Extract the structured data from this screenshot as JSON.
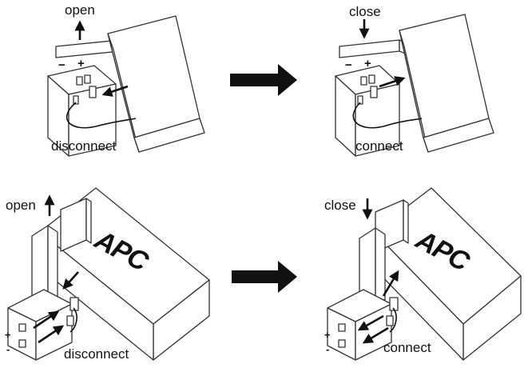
{
  "panels": {
    "top_left": {
      "action": "open",
      "result": "disconnect",
      "minus": "−",
      "plus": "+"
    },
    "top_right": {
      "action": "close",
      "result": "connect",
      "minus": "−",
      "plus": "+"
    },
    "bottom_left": {
      "action": "open",
      "result": "disconnect",
      "minus": "-",
      "plus": "+",
      "brand": "APC"
    },
    "bottom_right": {
      "action": "close",
      "result": "connect",
      "minus": "-",
      "plus": "+",
      "brand": "APC"
    }
  },
  "colors": {
    "ink": "#111111",
    "line": "#333333",
    "paper": "#ffffff"
  }
}
